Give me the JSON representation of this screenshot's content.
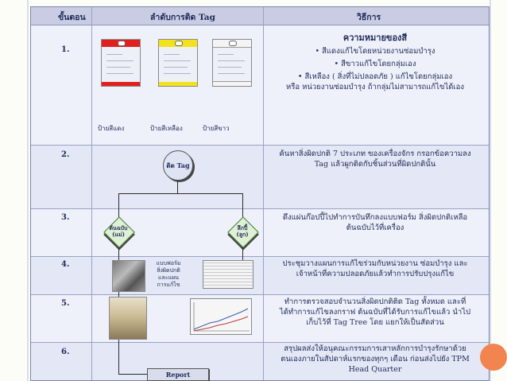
{
  "header": {
    "col_step": "ขั้นตอน",
    "col_flow": "ลำดับการติด Tag",
    "col_method": "วิธีการ"
  },
  "steps": [
    {
      "num": "1.",
      "lines": [
        "ความหมายของสี",
        "•  สีแดงแก้ไขโดยหน่วยงานซ่อมบำรุง",
        "•  สีขาวแก้ไขโดยกลุ่มเอง",
        "•  สีเหลือง ( สิ่งที่ไม่ปลอดภัย ) แก้ไขโดยกลุ่มเอง",
        "หรือ หน่วยงานซ่อมบำรุง ถ้ากลุ่มไม่สามารถแก้ไขได้เอง"
      ]
    },
    {
      "num": "2.",
      "lines": [
        "ค้นหาสิ่งผิดปกติ 7 ประเภท ของเครื่องจักร กรอกข้อความลง",
        "Tag แล้วผูกติดกับชิ้นส่วนที่ผิดปกตินั้น"
      ]
    },
    {
      "num": "3.",
      "lines": [
        "ดึงแผ่นก๊อปปี้ไปทำการบันทึกลงแบบฟอร์ม สิ่งผิดปกติเหลือ",
        "ต้นฉบับไว้ที่เครื่อง"
      ]
    },
    {
      "num": "4.",
      "lines": [
        "ประชุมวางแผนการแก้ไขร่วมกับหน่วยงาน ซ่อมบำรุง และ",
        "เจ้าหน้าที่ความปลอดภัยแล้วทำการปรับปรุงแก้ไข"
      ]
    },
    {
      "num": "5.",
      "lines": [
        "ทำการตรวจสอบจำนวนสิ่งผิดปกติติด Tag ทั้งหมด และที่",
        "ได้ทำการแก้ไขลงกราฟ ต้นฉบับที่ได้รับการแก้ไขแล้ว นำไป",
        "เก็บไว้ที่ Tag Tree โดย แยกให้เป็นสัดส่วน"
      ]
    },
    {
      "num": "6.",
      "lines": [
        "สรุปผลส่งให้อนุคณะกรรมการเสาหลักการบำรุงรักษาด้วย",
        "ตนเองภายในสัปดาห์แรกของทุกๆ เดือน ก่อนส่งไปยัง TPM",
        "Head Quarter"
      ]
    }
  ],
  "flow": {
    "tags": [
      {
        "label": "ป้ายสีแดง",
        "color": "#e0201e"
      },
      {
        "label": "ป้ายสีเหลือง",
        "color": "#f2e21c"
      },
      {
        "label": "ป้ายสีขาว",
        "color": "#f4f4f4"
      }
    ],
    "attach_tag": "ติด Tag",
    "original_keep": "ต้นฉบับ\n(แม่)",
    "copy": "ลึกปี้\n(ลูก)",
    "form_note": "แบบฟอร์ม\nสิ่งผิดปกติ\nและแผน\nการแก้ไข",
    "report": "Report"
  },
  "colors": {
    "accent_orange": "#f2844f",
    "header_bg": "#c9cce3",
    "text": "#1f2b57"
  }
}
